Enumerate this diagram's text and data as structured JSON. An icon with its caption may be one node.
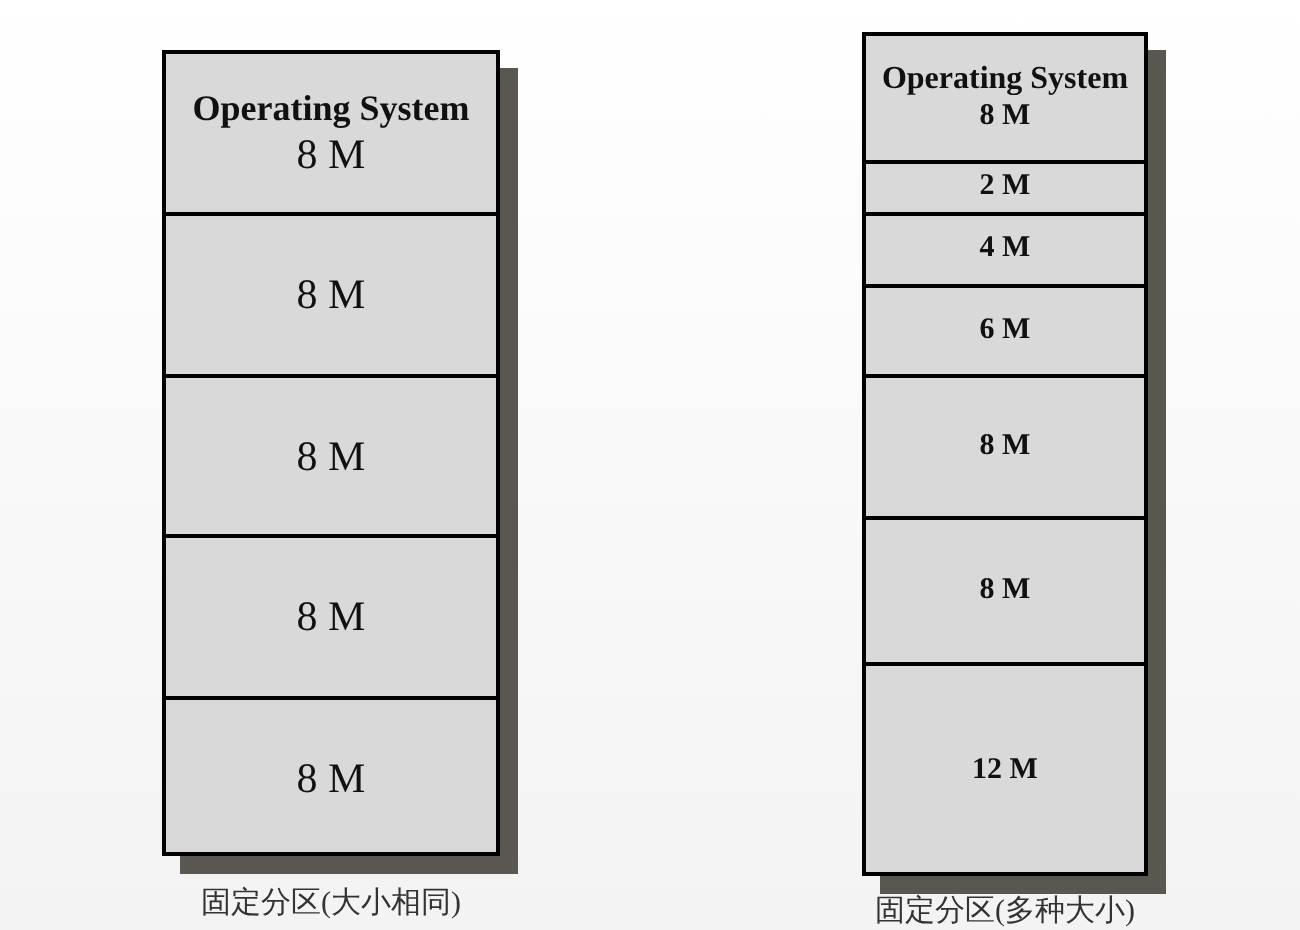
{
  "diagram": {
    "nodes": [
      {
        "text": [],
        "shape": "box",
        "beside": [
          "固定分区(大小相同)"
        ]
      },
      {
        "text": [
          "Operating System",
          "8 M"
        ],
        "in": 0
      },
      {
        "text": [
          "8 M"
        ],
        "in": 0
      },
      {
        "text": [
          "8 M"
        ],
        "in": 0
      },
      {
        "text": [
          "8 M"
        ],
        "in": 0
      },
      {
        "text": [
          "8 M"
        ],
        "in": 0
      },
      {
        "text": [],
        "shape": "box",
        "beside": [
          "固定分区(多种大小)"
        ]
      },
      {
        "text": [
          "Operating System",
          "8 M"
        ],
        "in": 6
      },
      {
        "text": [
          "2 M"
        ],
        "in": 6
      },
      {
        "text": [
          "4 M"
        ],
        "in": 6
      },
      {
        "text": [
          "6 M"
        ],
        "in": 6
      },
      {
        "text": [
          "8 M"
        ],
        "in": 6
      },
      {
        "text": [
          "8 M"
        ],
        "in": 6
      },
      {
        "text": [
          "12 M"
        ],
        "in": 6
      }
    ]
  }
}
